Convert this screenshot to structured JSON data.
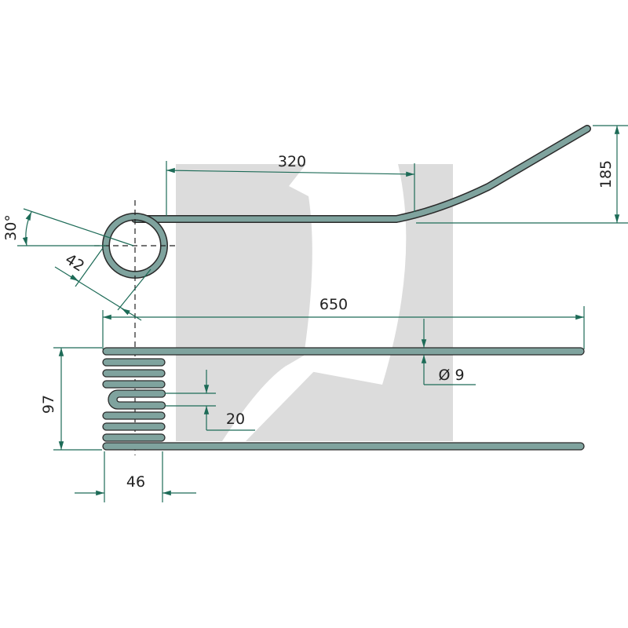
{
  "colors": {
    "wire_fill": "#7fa39e",
    "wire_outline": "#2a2a2a",
    "dimension": "#1d6b57",
    "watermark": "#dcdcdc"
  },
  "dimensions": {
    "straight_length": "320",
    "tip_height": "185",
    "angle": "30°",
    "coil_diameter": "42",
    "total_length": "650",
    "wire_diameter": "Ø 9",
    "tine_spacing": "97",
    "loop_gap": "20",
    "coil_width": "46"
  }
}
